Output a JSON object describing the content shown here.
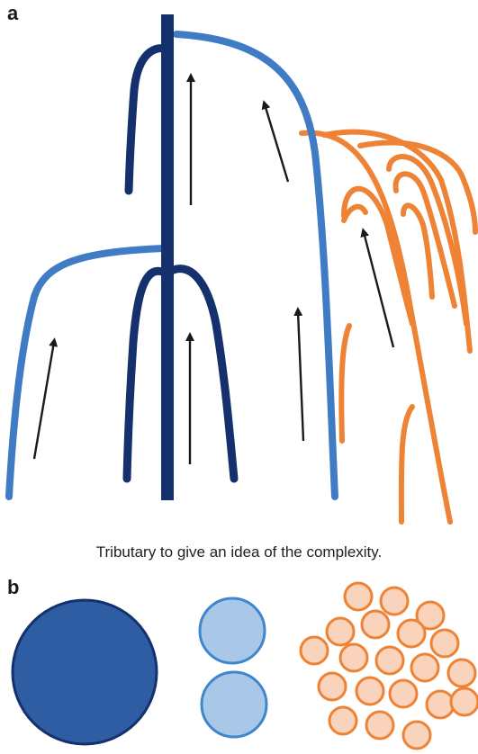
{
  "panel_a": {
    "label": "a"
  },
  "caption": "Tributary to give an idea of the complexity.",
  "panel_b": {
    "label": "b"
  },
  "colors": {
    "dark_blue": "#14316e",
    "mid_blue": "#3f7cc4",
    "orange": "#ee8336",
    "big_circle_fill": "#2e5da3",
    "big_circle_stroke": "#14316e",
    "mid_circle_fill": "#a9c8e8",
    "mid_circle_stroke": "#3f86cf",
    "small_circle_fill": "#f9d3bb",
    "small_circle_stroke": "#ee8336",
    "arrow": "#1a1a1a"
  }
}
